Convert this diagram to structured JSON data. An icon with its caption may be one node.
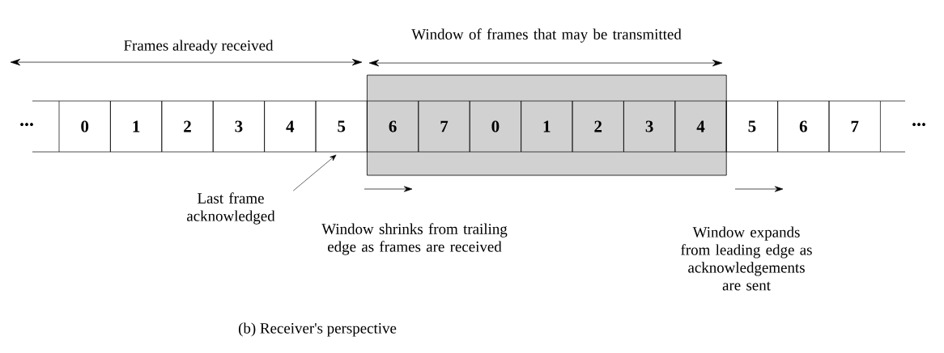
{
  "diagram": {
    "caption": "(b)  Receiver's perspective",
    "nodes": [
      {
        "text": [],
        "shape": "box"
      },
      {
        "text": [
          "0"
        ]
      },
      {
        "text": [
          "1"
        ]
      },
      {
        "text": [
          "2"
        ]
      },
      {
        "text": [
          "3"
        ]
      },
      {
        "text": [
          "4"
        ]
      },
      {
        "text": [
          "5"
        ]
      },
      {
        "text": [
          "6"
        ],
        "in": 0
      },
      {
        "text": [
          "7"
        ],
        "in": 0
      },
      {
        "text": [
          "0"
        ],
        "in": 0
      },
      {
        "text": [
          "1"
        ],
        "in": 0
      },
      {
        "text": [
          "2"
        ],
        "in": 0
      },
      {
        "text": [
          "3"
        ],
        "in": 0
      },
      {
        "text": [
          "4"
        ],
        "in": 0
      },
      {
        "text": [
          "5"
        ]
      },
      {
        "text": [
          "6"
        ]
      },
      {
        "text": [
          "7"
        ]
      },
      {
        "text": [
          "Last frame acknowledged"
        ]
      }
    ],
    "edges": [
      {
        "from": 17,
        "to": 6,
        "arrow": "to"
      }
    ],
    "labels": [
      "Window of frames that may be transmitted",
      "Frames already received",
      "...",
      "...",
      "Window shrinks from trailing edge as frames are received",
      "Window expands from leading edge as acknowledgements are sent"
    ]
  }
}
